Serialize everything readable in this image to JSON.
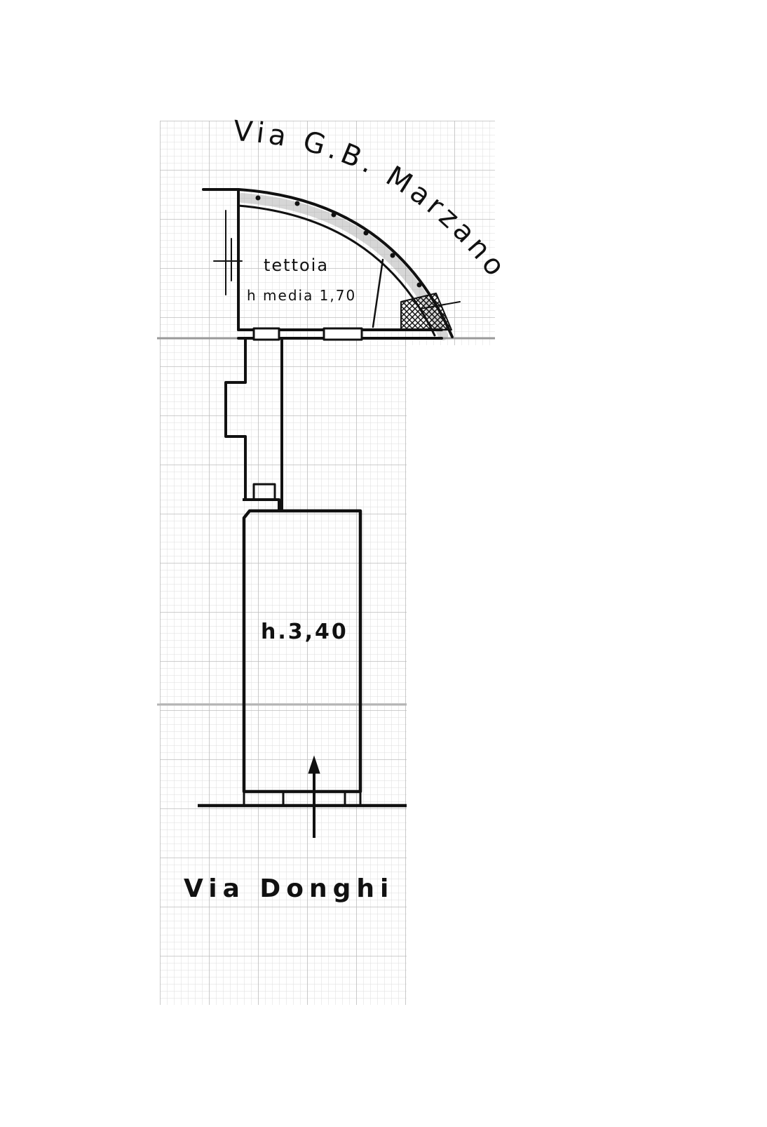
{
  "plan": {
    "street_top": "Via G.B. Marzano",
    "street_bottom": "Via Donghi",
    "canopy_label": "tettoia",
    "canopy_height": "h media 1,70",
    "main_room_height": "h.3,40"
  },
  "colors": {
    "ink": "#111111",
    "grid_fine": "#d9d9d9",
    "grid_major": "#bdbdbd",
    "paper": "#ffffff"
  },
  "icons": {
    "entrance": "arrow-up-icon"
  }
}
